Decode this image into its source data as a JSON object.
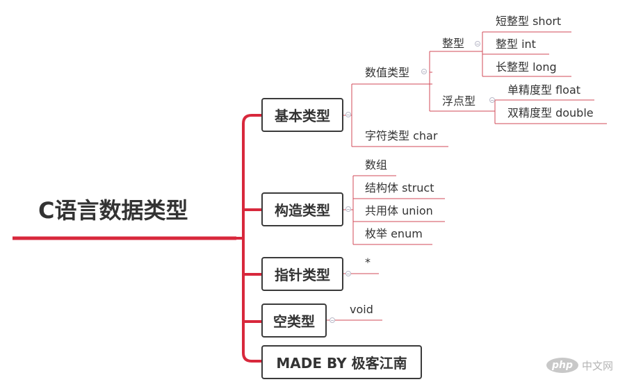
{
  "root": {
    "label": "C语言数据类型"
  },
  "branches": {
    "basic": {
      "label": "基本类型",
      "numeric": {
        "label": "数值类型",
        "integer": {
          "label": "整型",
          "items": [
            "短整型 short",
            "整型 int",
            "长整型 long"
          ]
        },
        "float": {
          "label": "浮点型",
          "items": [
            "单精度型 float",
            "双精度型 double"
          ]
        }
      },
      "char": "字符类型 char"
    },
    "composite": {
      "label": "构造类型",
      "items": [
        "数组",
        "结构体 struct",
        "共用体 union",
        "枚举 enum"
      ]
    },
    "pointer": {
      "label": "指针类型",
      "items": [
        "*"
      ]
    },
    "void": {
      "label": "空类型",
      "items": [
        "void"
      ]
    },
    "made_by": {
      "label": "MADE BY 极客江南"
    }
  },
  "watermark": {
    "badge": "php",
    "text": "中文网"
  },
  "colors": {
    "main_line": "#d8283c",
    "sub_line": "#d24a57",
    "box_border": "#3a3a3a"
  }
}
